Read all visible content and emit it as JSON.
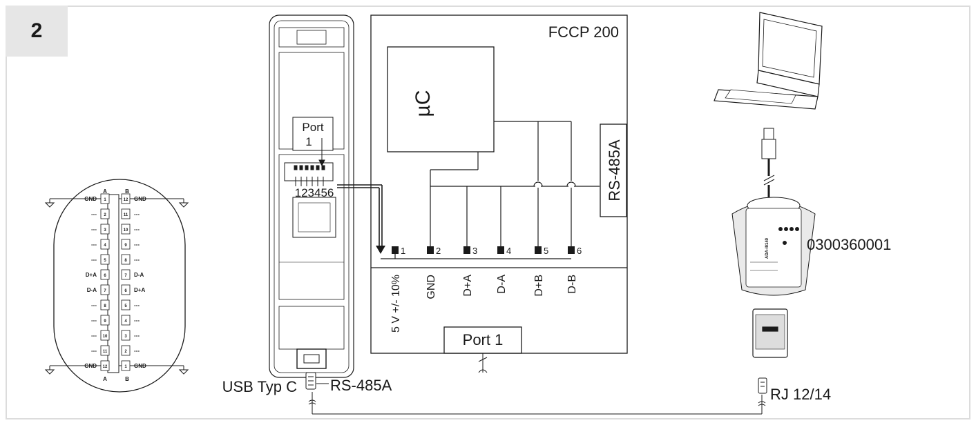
{
  "step_number": "2",
  "controller": {
    "title": "FCCP 200",
    "mcu_label": "µC",
    "bus_label": "RS-485A",
    "port_label": "Port 1",
    "terminal_numbers": [
      "1",
      "2",
      "3",
      "4",
      "5",
      "6"
    ],
    "signal_labels": [
      "5 V +/- 10%",
      "GND",
      "D+A",
      "D-A",
      "D+B",
      "D-B"
    ]
  },
  "device": {
    "port_label_line1": "Port",
    "port_label_line2": "1",
    "pin_numbers": "123456",
    "usb_label": "USB Typ C",
    "bus_label": "RS-485A"
  },
  "connector_pinout": {
    "side_a": "A",
    "side_b": "B",
    "rows": [
      {
        "left": "GND",
        "a": "1",
        "b": "12",
        "right": "GND"
      },
      {
        "left": "---",
        "a": "2",
        "b": "11",
        "right": "---"
      },
      {
        "left": "---",
        "a": "3",
        "b": "10",
        "right": "---"
      },
      {
        "left": "---",
        "a": "4",
        "b": "9",
        "right": "---"
      },
      {
        "left": "---",
        "a": "5",
        "b": "8",
        "right": "---"
      },
      {
        "left": "D+A",
        "a": "6",
        "b": "7",
        "right": "D-A"
      },
      {
        "left": "D-A",
        "a": "7",
        "b": "6",
        "right": "D+A"
      },
      {
        "left": "---",
        "a": "8",
        "b": "5",
        "right": "---"
      },
      {
        "left": "---",
        "a": "9",
        "b": "4",
        "right": "---"
      },
      {
        "left": "---",
        "a": "10",
        "b": "3",
        "right": "---"
      },
      {
        "left": "---",
        "a": "11",
        "b": "2",
        "right": "---"
      },
      {
        "left": "GND",
        "a": "12",
        "b": "1",
        "right": "GND"
      }
    ]
  },
  "adapter": {
    "part_number": "0300360001",
    "model": "ADA-I9140",
    "plug_label": "RJ 12/14"
  }
}
